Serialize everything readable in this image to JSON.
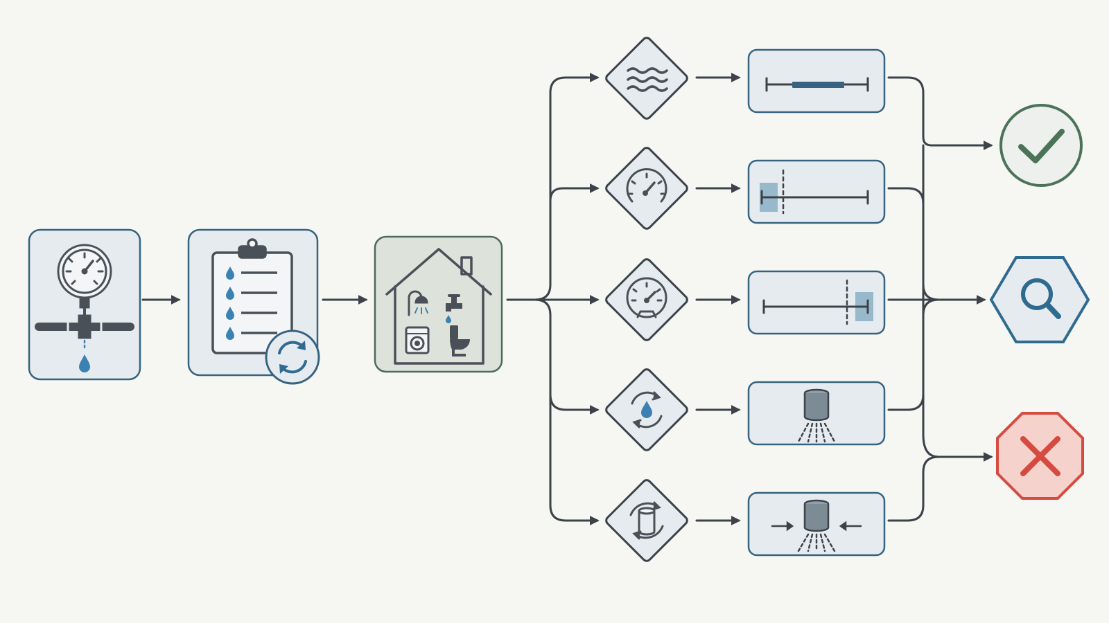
{
  "colors": {
    "background": "#f6f6f2",
    "line": "#3b4249",
    "ink": "#4a5058",
    "box_border": "#36637f",
    "box_fill": "#e6ebef",
    "house_fill": "#dde3da",
    "house_border": "#4d6a5a",
    "water": "#3b82b3",
    "highlight": "#8fb3c7",
    "pass": "#4a7358",
    "investigate": "#2f6a90",
    "fail": "#d64a3f",
    "fail_fill": "#f5d2cb"
  },
  "diagram": {
    "stages": [
      {
        "id": "meter-test",
        "icon": "pressure-gauge-leak-icon"
      },
      {
        "id": "checklist-reset",
        "icon": "clipboard-refresh-icon"
      },
      {
        "id": "household-fixtures",
        "icon": "house-fixtures-icon"
      }
    ],
    "checks": [
      {
        "id": "flow",
        "diamond_icon": "water-waves-icon",
        "result_icon": "range-bar-center-icon"
      },
      {
        "id": "low-pressure",
        "diamond_icon": "gauge-low-icon",
        "result_icon": "range-marker-low-icon"
      },
      {
        "id": "high-pressure",
        "diamond_icon": "gauge-high-icon",
        "result_icon": "range-marker-high-icon"
      },
      {
        "id": "cycle",
        "diamond_icon": "water-cycle-icon",
        "result_icon": "nozzle-spray-icon"
      },
      {
        "id": "tank",
        "diamond_icon": "tank-rotate-icon",
        "result_icon": "nozzle-compress-icon"
      }
    ],
    "outcomes": [
      {
        "id": "pass",
        "icon": "check-icon"
      },
      {
        "id": "investigate",
        "icon": "magnifier-icon"
      },
      {
        "id": "fail",
        "icon": "x-icon"
      }
    ]
  }
}
